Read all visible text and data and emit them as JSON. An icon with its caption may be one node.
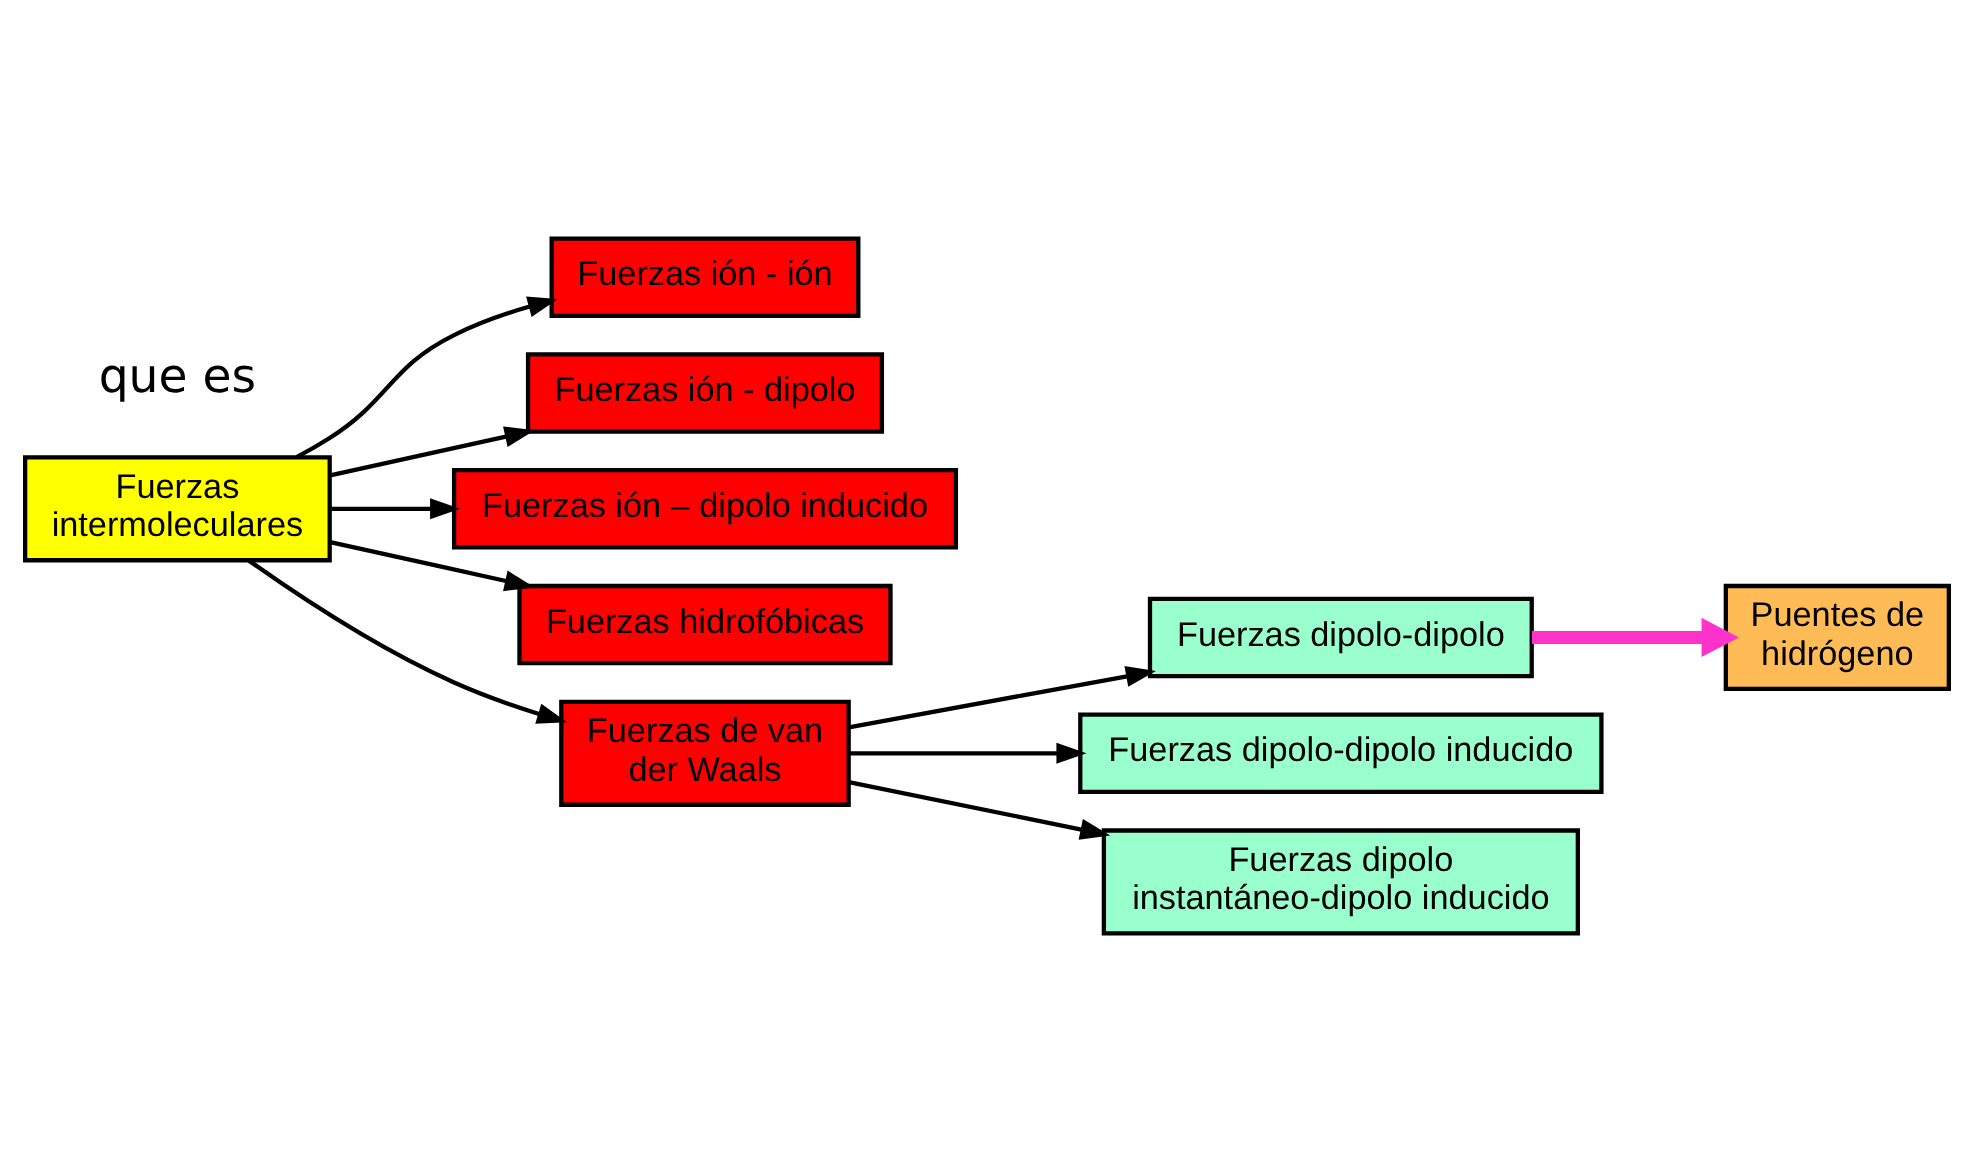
{
  "diagram": {
    "nodes": [
      {
        "text": [
          "Fuerzas intermoleculares"
        ]
      },
      {
        "text": [
          "Fuerzas ión - ión"
        ]
      },
      {
        "text": [
          "Fuerzas ión - dipolo"
        ]
      },
      {
        "text": [
          "Fuerzas ión – dipolo inducido"
        ]
      },
      {
        "text": [
          "Fuerzas hidrofóbicas"
        ]
      },
      {
        "text": [
          "Fuerzas de van der Waals"
        ]
      },
      {
        "text": [
          "Fuerzas dipolo-dipolo"
        ]
      },
      {
        "text": [
          "Puentes de hidrógeno"
        ]
      },
      {
        "text": [
          "Fuerzas dipolo-dipolo inducido"
        ]
      },
      {
        "text": [
          "Fuerzas dipolo instantáneo-dipolo inducido"
        ]
      }
    ],
    "edges": [
      {
        "from": 0,
        "to": 1,
        "arrow": "to"
      },
      {
        "from": 0,
        "to": 2,
        "arrow": "to"
      },
      {
        "from": 0,
        "to": 3,
        "arrow": "to"
      },
      {
        "from": 0,
        "to": 4,
        "arrow": "to"
      },
      {
        "from": 0,
        "to": 5,
        "arrow": "to"
      },
      {
        "from": 5,
        "to": 6,
        "arrow": "to"
      },
      {
        "from": 6,
        "to": 7,
        "arrow": "to",
        "style": "thick",
        "color": "#ff33cc"
      },
      {
        "from": 5,
        "to": 8,
        "arrow": "to"
      },
      {
        "from": 5,
        "to": 9,
        "arrow": "to"
      }
    ],
    "labels": [
      "que es"
    ]
  }
}
